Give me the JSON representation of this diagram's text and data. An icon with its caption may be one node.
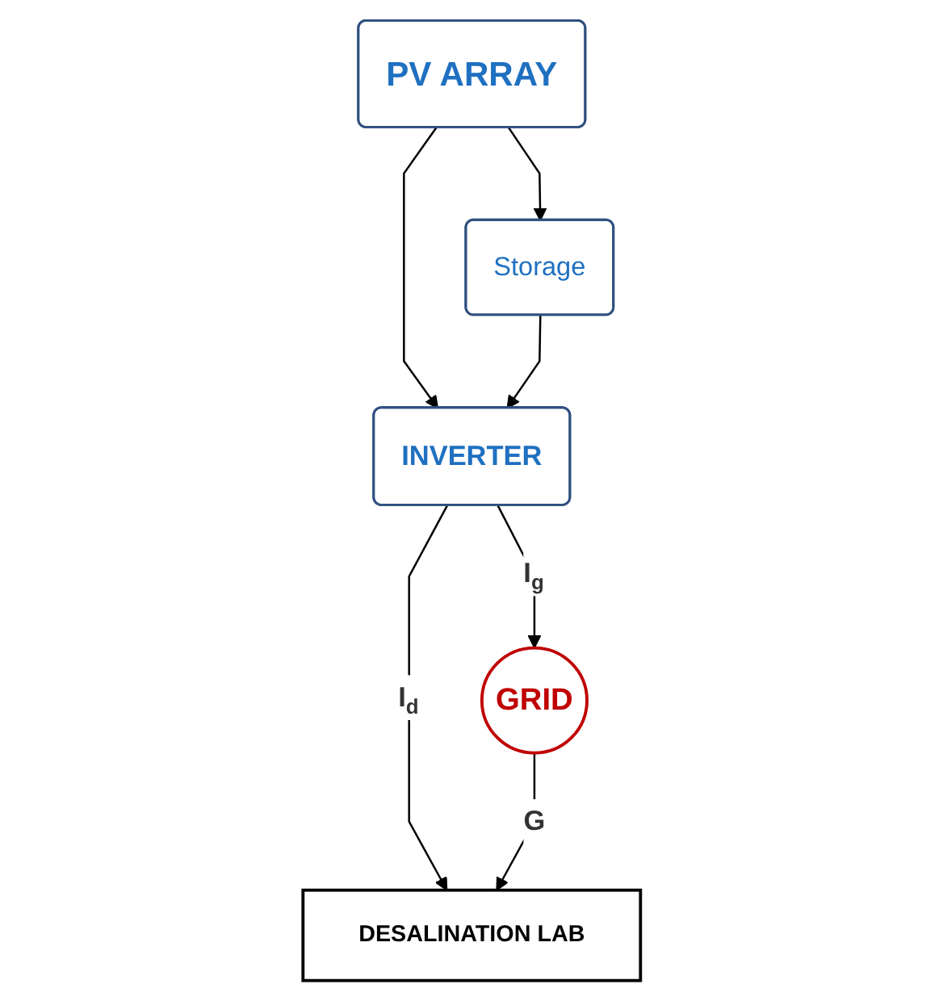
{
  "diagram": {
    "nodes": [
      {
        "text": [
          "PV ARRAY"
        ]
      },
      {
        "text": [
          "Storage"
        ]
      },
      {
        "text": [
          "INVERTER"
        ]
      },
      {
        "text": [
          "GRID"
        ]
      },
      {
        "text": [
          "DESALINATION LAB"
        ]
      }
    ],
    "edges": [
      {
        "from": 0,
        "to": 1,
        "arrow": "to"
      },
      {
        "from": 0,
        "to": 2,
        "arrow": "to"
      },
      {
        "from": 1,
        "to": 2,
        "arrow": "to"
      },
      {
        "from": 2,
        "to": 3,
        "arrow": "to",
        "label": "I$_{g}$"
      },
      {
        "from": 2,
        "to": 4,
        "arrow": "to",
        "label": "I$_{d}$"
      },
      {
        "from": 3,
        "to": 4,
        "arrow": "to",
        "label": "G"
      }
    ]
  }
}
